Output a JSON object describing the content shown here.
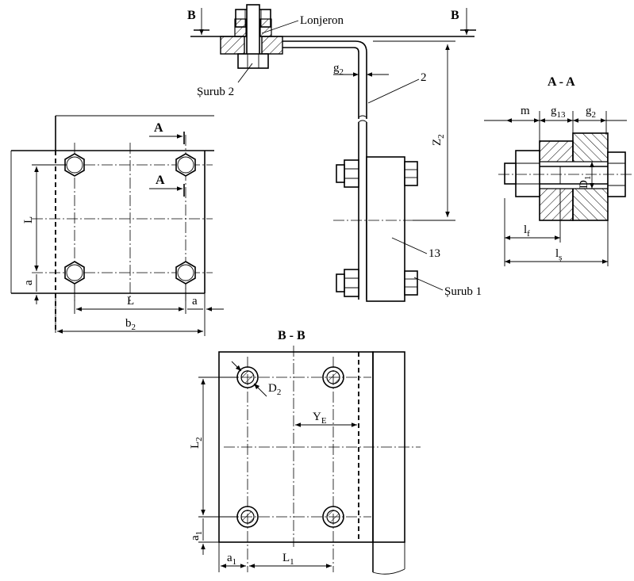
{
  "labels": {
    "lonjeron": "Lonjeron",
    "surub2": "Șurub 2",
    "surub1": "Șurub 1",
    "part2": "2",
    "part13": "13",
    "g2_top": "g",
    "g2_top_sub": "2",
    "z2": "Z",
    "z2_sub": "2",
    "section_a_title": "A - A",
    "section_b_title": "B - B",
    "b_left": "B",
    "b_right": "B",
    "a_upper": "A",
    "a_lower": "A",
    "m": "m",
    "g13": "g",
    "g13_sub": "13",
    "g2": "g",
    "g2_sub": "2",
    "d1": "D",
    "d1_sub": "1",
    "lf": "l",
    "lf_sub": "f",
    "ls": "l",
    "ls_sub": "ș",
    "L_vert": "L",
    "L_horiz": "L",
    "a_vert": "a",
    "a_horiz": "a",
    "b2": "b",
    "b2_sub": "2",
    "D2": "D",
    "D2_sub": "2",
    "YE": "Y",
    "YE_sub": "E",
    "L2": "L",
    "L2_sub": "2",
    "a1_vert": "a",
    "a1_vert_sub": "1",
    "a1_horiz": "a",
    "a1_horiz_sub": "1",
    "L1": "L",
    "L1_sub": "1"
  },
  "colors": {
    "line": "#000000",
    "background": "#ffffff"
  }
}
